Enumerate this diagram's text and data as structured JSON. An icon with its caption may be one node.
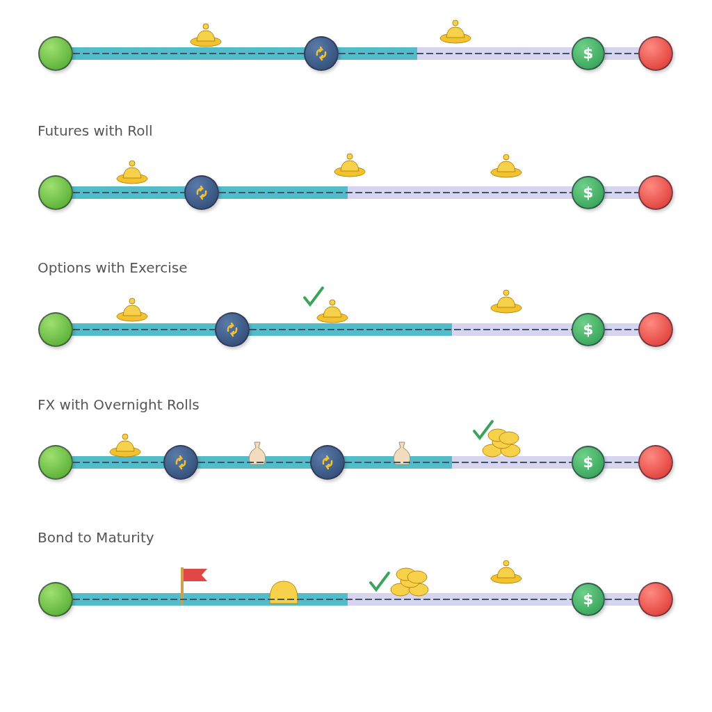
{
  "diagram": {
    "nodes": [
      {
        "text": [],
        "shape": "circle"
      },
      {
        "text": [],
        "shape": "circle"
      },
      {
        "text": [
          "$"
        ]
      },
      {
        "text": [],
        "shape": "circle"
      },
      {
        "text": [],
        "shape": "circle"
      },
      {
        "text": [],
        "shape": "circle"
      },
      {
        "text": [
          "$"
        ]
      },
      {
        "text": [],
        "shape": "circle"
      },
      {
        "text": [],
        "shape": "circle"
      },
      {
        "text": [],
        "shape": "circle"
      },
      {
        "text": [
          "$"
        ]
      },
      {
        "text": [],
        "shape": "circle"
      },
      {
        "text": [],
        "shape": "circle"
      },
      {
        "text": [],
        "shape": "circle"
      },
      {
        "text": [],
        "shape": "circle"
      },
      {
        "text": [
          "$"
        ]
      },
      {
        "text": [],
        "shape": "circle"
      },
      {
        "text": [],
        "shape": "circle"
      },
      {
        "text": [
          "$"
        ]
      },
      {
        "text": [],
        "shape": "circle"
      }
    ],
    "edges": [
      {
        "from": 0,
        "to": 1,
        "arrow": "none"
      },
      {
        "from": 1,
        "to": 2,
        "arrow": "none"
      },
      {
        "from": 2,
        "to": 3,
        "arrow": "none"
      },
      {
        "from": 4,
        "to": 5,
        "arrow": "none"
      },
      {
        "from": 5,
        "to": 6,
        "arrow": "none"
      },
      {
        "from": 6,
        "to": 7,
        "arrow": "none"
      },
      {
        "from": 8,
        "to": 9,
        "arrow": "none"
      },
      {
        "from": 9,
        "to": 10,
        "arrow": "none"
      },
      {
        "from": 10,
        "to": 11,
        "arrow": "none"
      },
      {
        "from": 12,
        "to": 13,
        "arrow": "none"
      },
      {
        "from": 13,
        "to": 14,
        "arrow": "none"
      },
      {
        "from": 14,
        "to": 15,
        "arrow": "none"
      },
      {
        "from": 15,
        "to": 16,
        "arrow": "none"
      },
      {
        "from": 17,
        "to": 18,
        "arrow": "none"
      },
      {
        "from": 18,
        "to": 19,
        "arrow": "none"
      }
    ],
    "labels": [
      "Futures with Roll",
      "Options with Exercise",
      "FX with Overnight Rolls",
      "Bond to Maturity"
    ]
  }
}
